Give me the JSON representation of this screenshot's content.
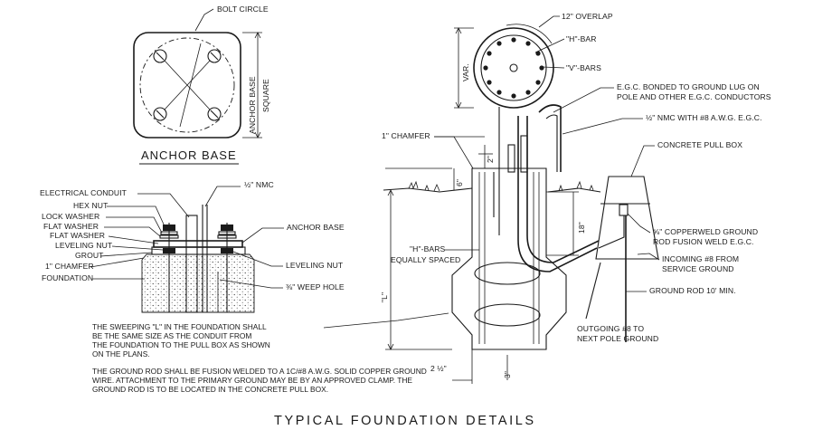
{
  "anchor_base": {
    "heading": "ANCHOR BASE",
    "bolt_circle": "BOLT CIRCLE",
    "dim_line1": "ANCHOR BASE",
    "dim_line2": "SQUARE"
  },
  "section": {
    "electrical_conduit": "ELECTRICAL CONDUIT",
    "nmc": "½\" NMC",
    "hex_nut": "HEX NUT",
    "lock_washer": "LOCK WASHER",
    "flat_washer_1": "FLAT WASHER",
    "flat_washer_2": "FLAT WASHER",
    "leveling_nut_left": "LEVELING NUT",
    "grout": "GROUT",
    "chamfer": "1\" CHAMFER",
    "foundation": "FOUNDATION",
    "anchor_base": "ANCHOR BASE",
    "leveling_nut_right": "LEVELING NUT",
    "weep_hole": "⅜\" WEEP HOLE"
  },
  "pole_plan": {
    "overlap": "12\" OVERLAP",
    "h_bar": "\"H\"-BAR",
    "v_bars": "\"V\"-BARS",
    "var": "VAR."
  },
  "foundation_detail": {
    "egc_line1": "E.G.C. BONDED TO GROUND LUG ON",
    "egc_line2": "POLE AND OTHER E.G.C. CONDUCTORS",
    "nmc_egc": "½\" NMC WITH #8 A.W.G. E.G.C.",
    "chamfer": "1\" CHAMFER",
    "pull_box": "CONCRETE PULL BOX",
    "h_bars_line1": "\"H\"-BARS",
    "h_bars_line2": "EQUALLY SPACED",
    "copperweld_line1": "⅝\" COPPERWELD GROUND",
    "copperweld_line2": "ROD FUSION WELD E.G.C.",
    "incoming_line1": "INCOMING #8 FROM",
    "incoming_line2": "SERVICE GROUND",
    "ground_rod": "GROUND ROD 10' MIN.",
    "outgoing_line1": "OUTGOING #8 TO",
    "outgoing_line2": "NEXT POLE GROUND",
    "dim_top": "2\"",
    "dim_grade": "6\"",
    "dim_18": "18\"",
    "dim_L": "\"L\"",
    "dim_2half": "2 ½\"",
    "dim_bottom": "3\""
  },
  "notes": {
    "note1_line1": "THE SWEEPING \"L\" IN THE FOUNDATION SHALL",
    "note1_line2": "BE THE SAME SIZE AS THE CONDUIT FROM",
    "note1_line3": "THE FOUNDATION TO THE PULL BOX AS SHOWN",
    "note1_line4": "ON THE PLANS.",
    "note2_line1": "THE GROUND ROD SHALL BE FUSION WELDED TO A 1C/#8 A.W.G. SOLID COPPER GROUND",
    "note2_line2": "WIRE. ATTACHMENT TO THE PRIMARY GROUND MAY BE BY AN APPROVED CLAMP. THE",
    "note2_line3": "GROUND ROD IS TO BE LOCATED IN THE CONCRETE PULL BOX."
  },
  "title": "TYPICAL FOUNDATION DETAILS"
}
